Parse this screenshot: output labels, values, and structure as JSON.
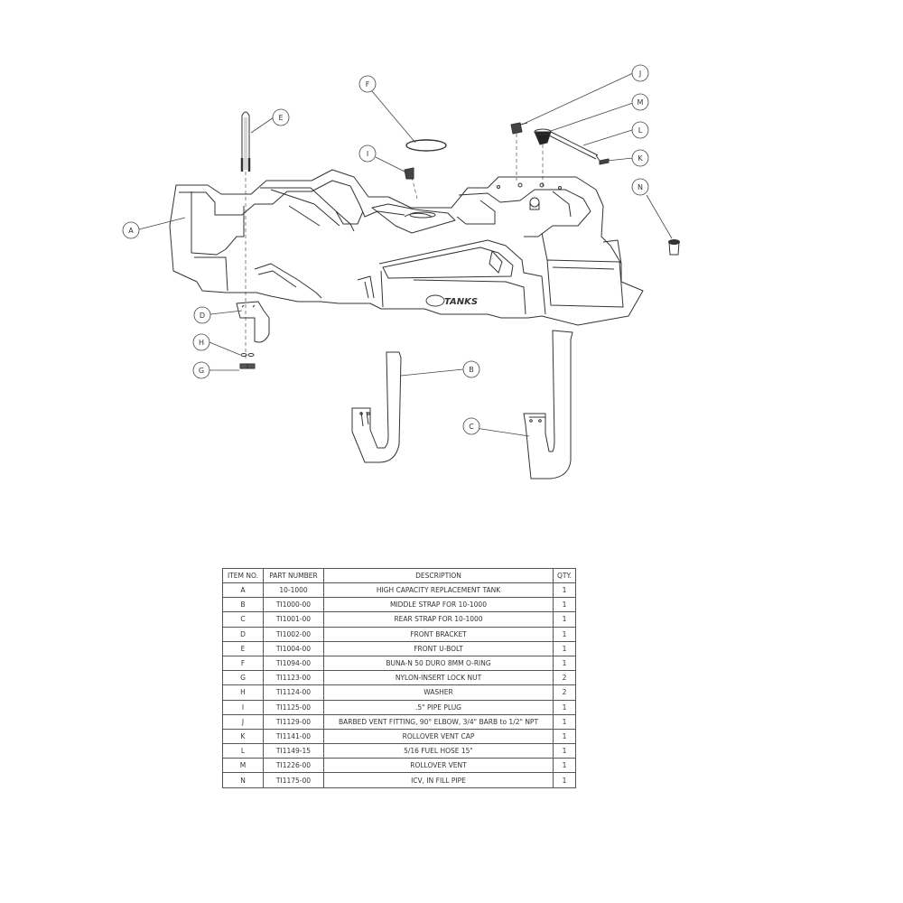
{
  "logo": "TANKS",
  "callouts": {
    "A": "A",
    "B": "B",
    "C": "C",
    "D": "D",
    "E": "E",
    "F": "F",
    "G": "G",
    "H": "H",
    "I": "I",
    "J": "J",
    "K": "K",
    "L": "L",
    "M": "M",
    "N": "N"
  },
  "bom": {
    "headers": {
      "item": "ITEM NO.",
      "part": "PART NUMBER",
      "description": "DESCRIPTION",
      "qty": "QTY."
    },
    "rows": [
      {
        "item": "A",
        "part": "10-1000",
        "description": "HIGH CAPACITY REPLACEMENT TANK",
        "qty": "1"
      },
      {
        "item": "B",
        "part": "TI1000-00",
        "description": "MIDDLE STRAP FOR 10-1000",
        "qty": "1"
      },
      {
        "item": "C",
        "part": "TI1001-00",
        "description": "REAR STRAP FOR 10-1000",
        "qty": "1"
      },
      {
        "item": "D",
        "part": "TI1002-00",
        "description": "FRONT BRACKET",
        "qty": "1"
      },
      {
        "item": "E",
        "part": "TI1004-00",
        "description": "FRONT U-BOLT",
        "qty": "1"
      },
      {
        "item": "F",
        "part": "TI1094-00",
        "description": "BUNA-N 50 DURO 8MM O-RING",
        "qty": "1"
      },
      {
        "item": "G",
        "part": "TI1123-00",
        "description": "NYLON-INSERT LOCK NUT",
        "qty": "2"
      },
      {
        "item": "H",
        "part": "TI1124-00",
        "description": "WASHER",
        "qty": "2"
      },
      {
        "item": "I",
        "part": "TI1125-00",
        "description": ".5\" PIPE PLUG",
        "qty": "1"
      },
      {
        "item": "J",
        "part": "TI1129-00",
        "description": "BARBED VENT FITTING, 90° ELBOW, 3/4\" BARB to 1/2\" NPT",
        "qty": "1"
      },
      {
        "item": "K",
        "part": "TI1141-00",
        "description": "ROLLOVER VENT CAP",
        "qty": "1"
      },
      {
        "item": "L",
        "part": "TI1149-15",
        "description": "5/16 FUEL HOSE 15\"",
        "qty": "1"
      },
      {
        "item": "M",
        "part": "TI1226-00",
        "description": "ROLLOVER VENT",
        "qty": "1"
      },
      {
        "item": "N",
        "part": "TI1175-00",
        "description": "ICV, IN FILL PIPE",
        "qty": "1"
      }
    ]
  }
}
